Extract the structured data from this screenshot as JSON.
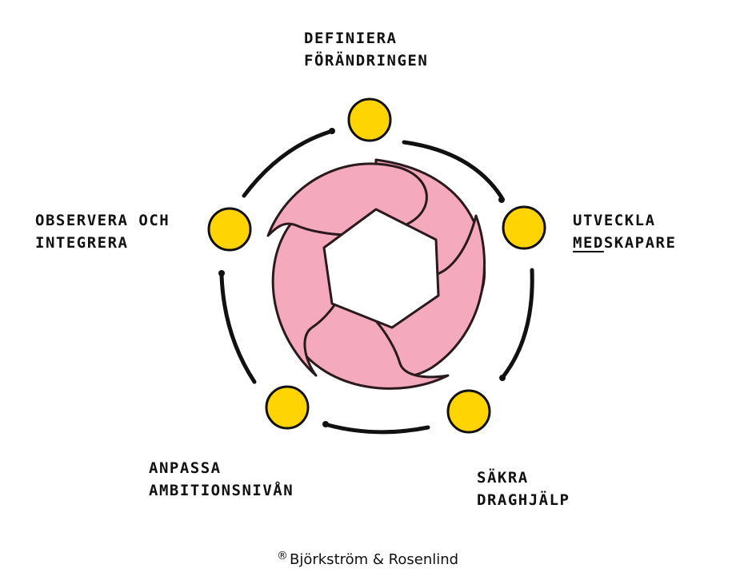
{
  "diagram": {
    "steps": [
      {
        "id": "define",
        "line1": "Definiera",
        "line2": "förändringen"
      },
      {
        "id": "develop",
        "line1": "Utveckla",
        "line2_underlined": "Med",
        "line2_rest": "skapare"
      },
      {
        "id": "secure",
        "line1": "Säkra",
        "line2": "draghjälp"
      },
      {
        "id": "adjust",
        "line1": "Anpassa",
        "line2": "ambitionsnivån"
      },
      {
        "id": "observe",
        "line1": "Observera och",
        "line2": "integrera"
      }
    ],
    "copyright": {
      "symbol": "®",
      "text": "Björkström & Rosenlind"
    },
    "colors": {
      "node_fill": "#ffd400",
      "node_stroke": "#111111",
      "ribbon_fill": "#f4a9bc",
      "ribbon_stroke": "#2a1a1e",
      "arc_stroke": "#111111"
    }
  }
}
